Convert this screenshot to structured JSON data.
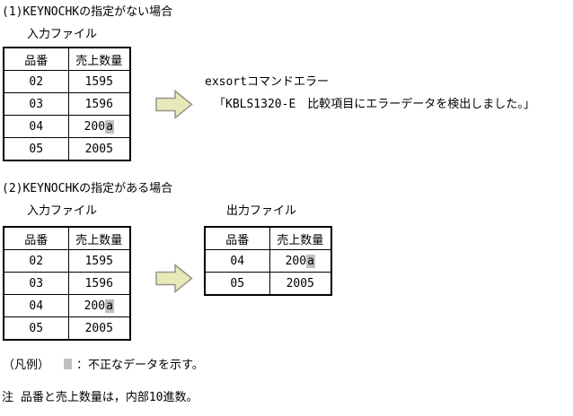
{
  "colors": {
    "background": "#ffffff",
    "text": "#000000",
    "table_border": "#000000",
    "invalid_highlight": "#bfbfbf",
    "arrow_fill": "#e7eab8",
    "arrow_stroke": "#95958a"
  },
  "section1": {
    "title": "(1)KEYNOCHKの指定がない場合",
    "input_label": "入力ファイル",
    "input_table": {
      "headers": [
        "品番",
        "売上数量"
      ],
      "rows": [
        [
          "02",
          "1595"
        ],
        [
          "03",
          "1596"
        ],
        [
          "04",
          {
            "text": "200",
            "bad": "a"
          }
        ],
        [
          "05",
          "2005"
        ]
      ]
    },
    "arrow_icon": "right-arrow",
    "error_title": "exsortコマンドエラー",
    "error_message": "「KBLS1320-E　比較項目にエラーデータを検出しました。」"
  },
  "section2": {
    "title": "(2)KEYNOCHKの指定がある場合",
    "input_label": "入力ファイル",
    "output_label": "出力ファイル",
    "input_table": {
      "headers": [
        "品番",
        "売上数量"
      ],
      "rows": [
        [
          "02",
          "1595"
        ],
        [
          "03",
          "1596"
        ],
        [
          "04",
          {
            "text": "200",
            "bad": "a"
          }
        ],
        [
          "05",
          "2005"
        ]
      ]
    },
    "arrow_icon": "right-arrow",
    "output_table": {
      "headers": [
        "品番",
        "売上数量"
      ],
      "rows": [
        [
          "04",
          {
            "text": "200",
            "bad": "a"
          }
        ],
        [
          "05",
          "2005"
        ]
      ]
    }
  },
  "legend": {
    "label": "（凡例）",
    "marker": "gray-square",
    "description": "：不正なデータを示す。"
  },
  "note": "注 品番と売上数量は，内部10進数。"
}
